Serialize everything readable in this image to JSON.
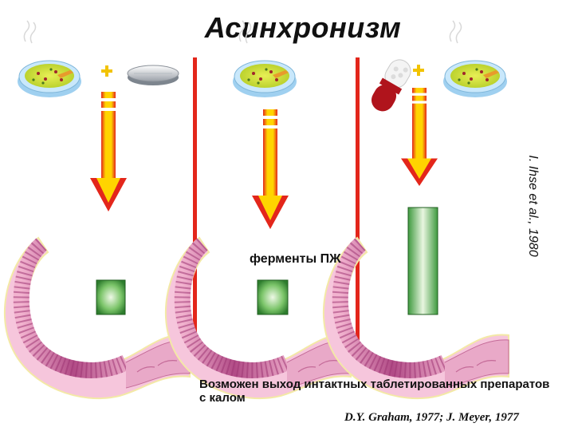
{
  "title": "Асинхронизм",
  "panel_label": "ферменты ПЖ",
  "citation_vertical": "I. Ihse et al., 1980",
  "note": "Возможен выход интактных таблетированных препаратов с калом",
  "reference": "D.Y. Graham, 1977; J. Meyer, 1977",
  "panels": [
    {
      "food": "food-bowl",
      "drug": "tablet",
      "enzyme_level": "low"
    },
    {
      "food": "food-bowl",
      "drug": "none",
      "enzyme_level": "low"
    },
    {
      "food": "food-bowl",
      "drug": "capsule",
      "enzyme_level": "high"
    }
  ],
  "colors": {
    "divider": "#e3261b",
    "arrow_outer": "#e3261b",
    "arrow_inner": "#ffd400",
    "enzyme_bar": "#2e8b2e",
    "intestine": "#d46a9a"
  }
}
